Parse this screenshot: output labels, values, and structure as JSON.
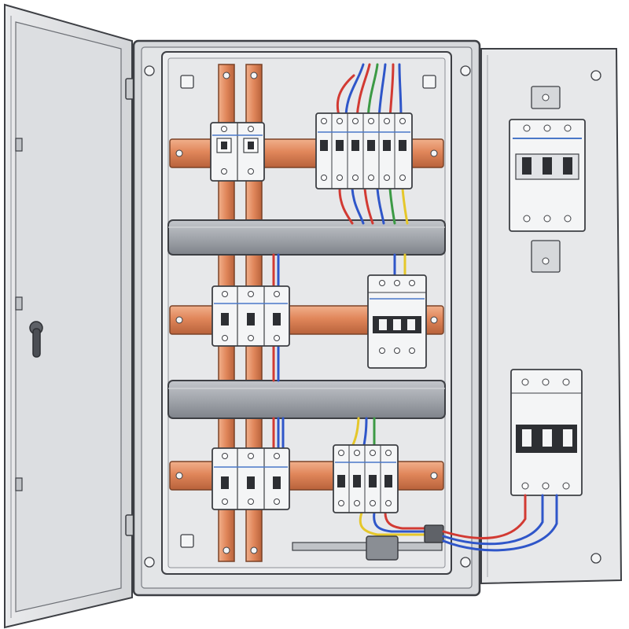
{
  "scene": {
    "subject": "open-electrical-distribution-cabinet",
    "colors": {
      "steel_light": "#e6e7e9",
      "steel_mid": "#cfd1d4",
      "steel_dark": "#a9acb1",
      "outline": "#3d3f44",
      "copper": "#e0865a",
      "copper_dark": "#b8623b",
      "copper_light": "#f1b08c",
      "duct_gray": "#9ea2a8",
      "breaker_white": "#f4f5f6",
      "wire_red": "#d23a33",
      "wire_blue": "#2f56c9",
      "wire_yellow": "#e5c72a",
      "wire_green": "#3c9a45",
      "label_blue": "#4a78c8"
    },
    "icons": {
      "left_door_handle": "handle-icon",
      "mounting_screw": "screw-icon",
      "hinge": "hinge-icon"
    },
    "breaker_groups": [
      {
        "id": "top-left",
        "poles": 2
      },
      {
        "id": "top-right",
        "poles": 6
      },
      {
        "id": "middle-left",
        "poles": 3
      },
      {
        "id": "middle-right",
        "poles": 3
      },
      {
        "id": "bottom-left",
        "poles": 3
      },
      {
        "id": "bottom-right",
        "poles": 4
      },
      {
        "id": "door-top",
        "poles": 3
      },
      {
        "id": "door-bottom",
        "poles": 3
      }
    ]
  }
}
